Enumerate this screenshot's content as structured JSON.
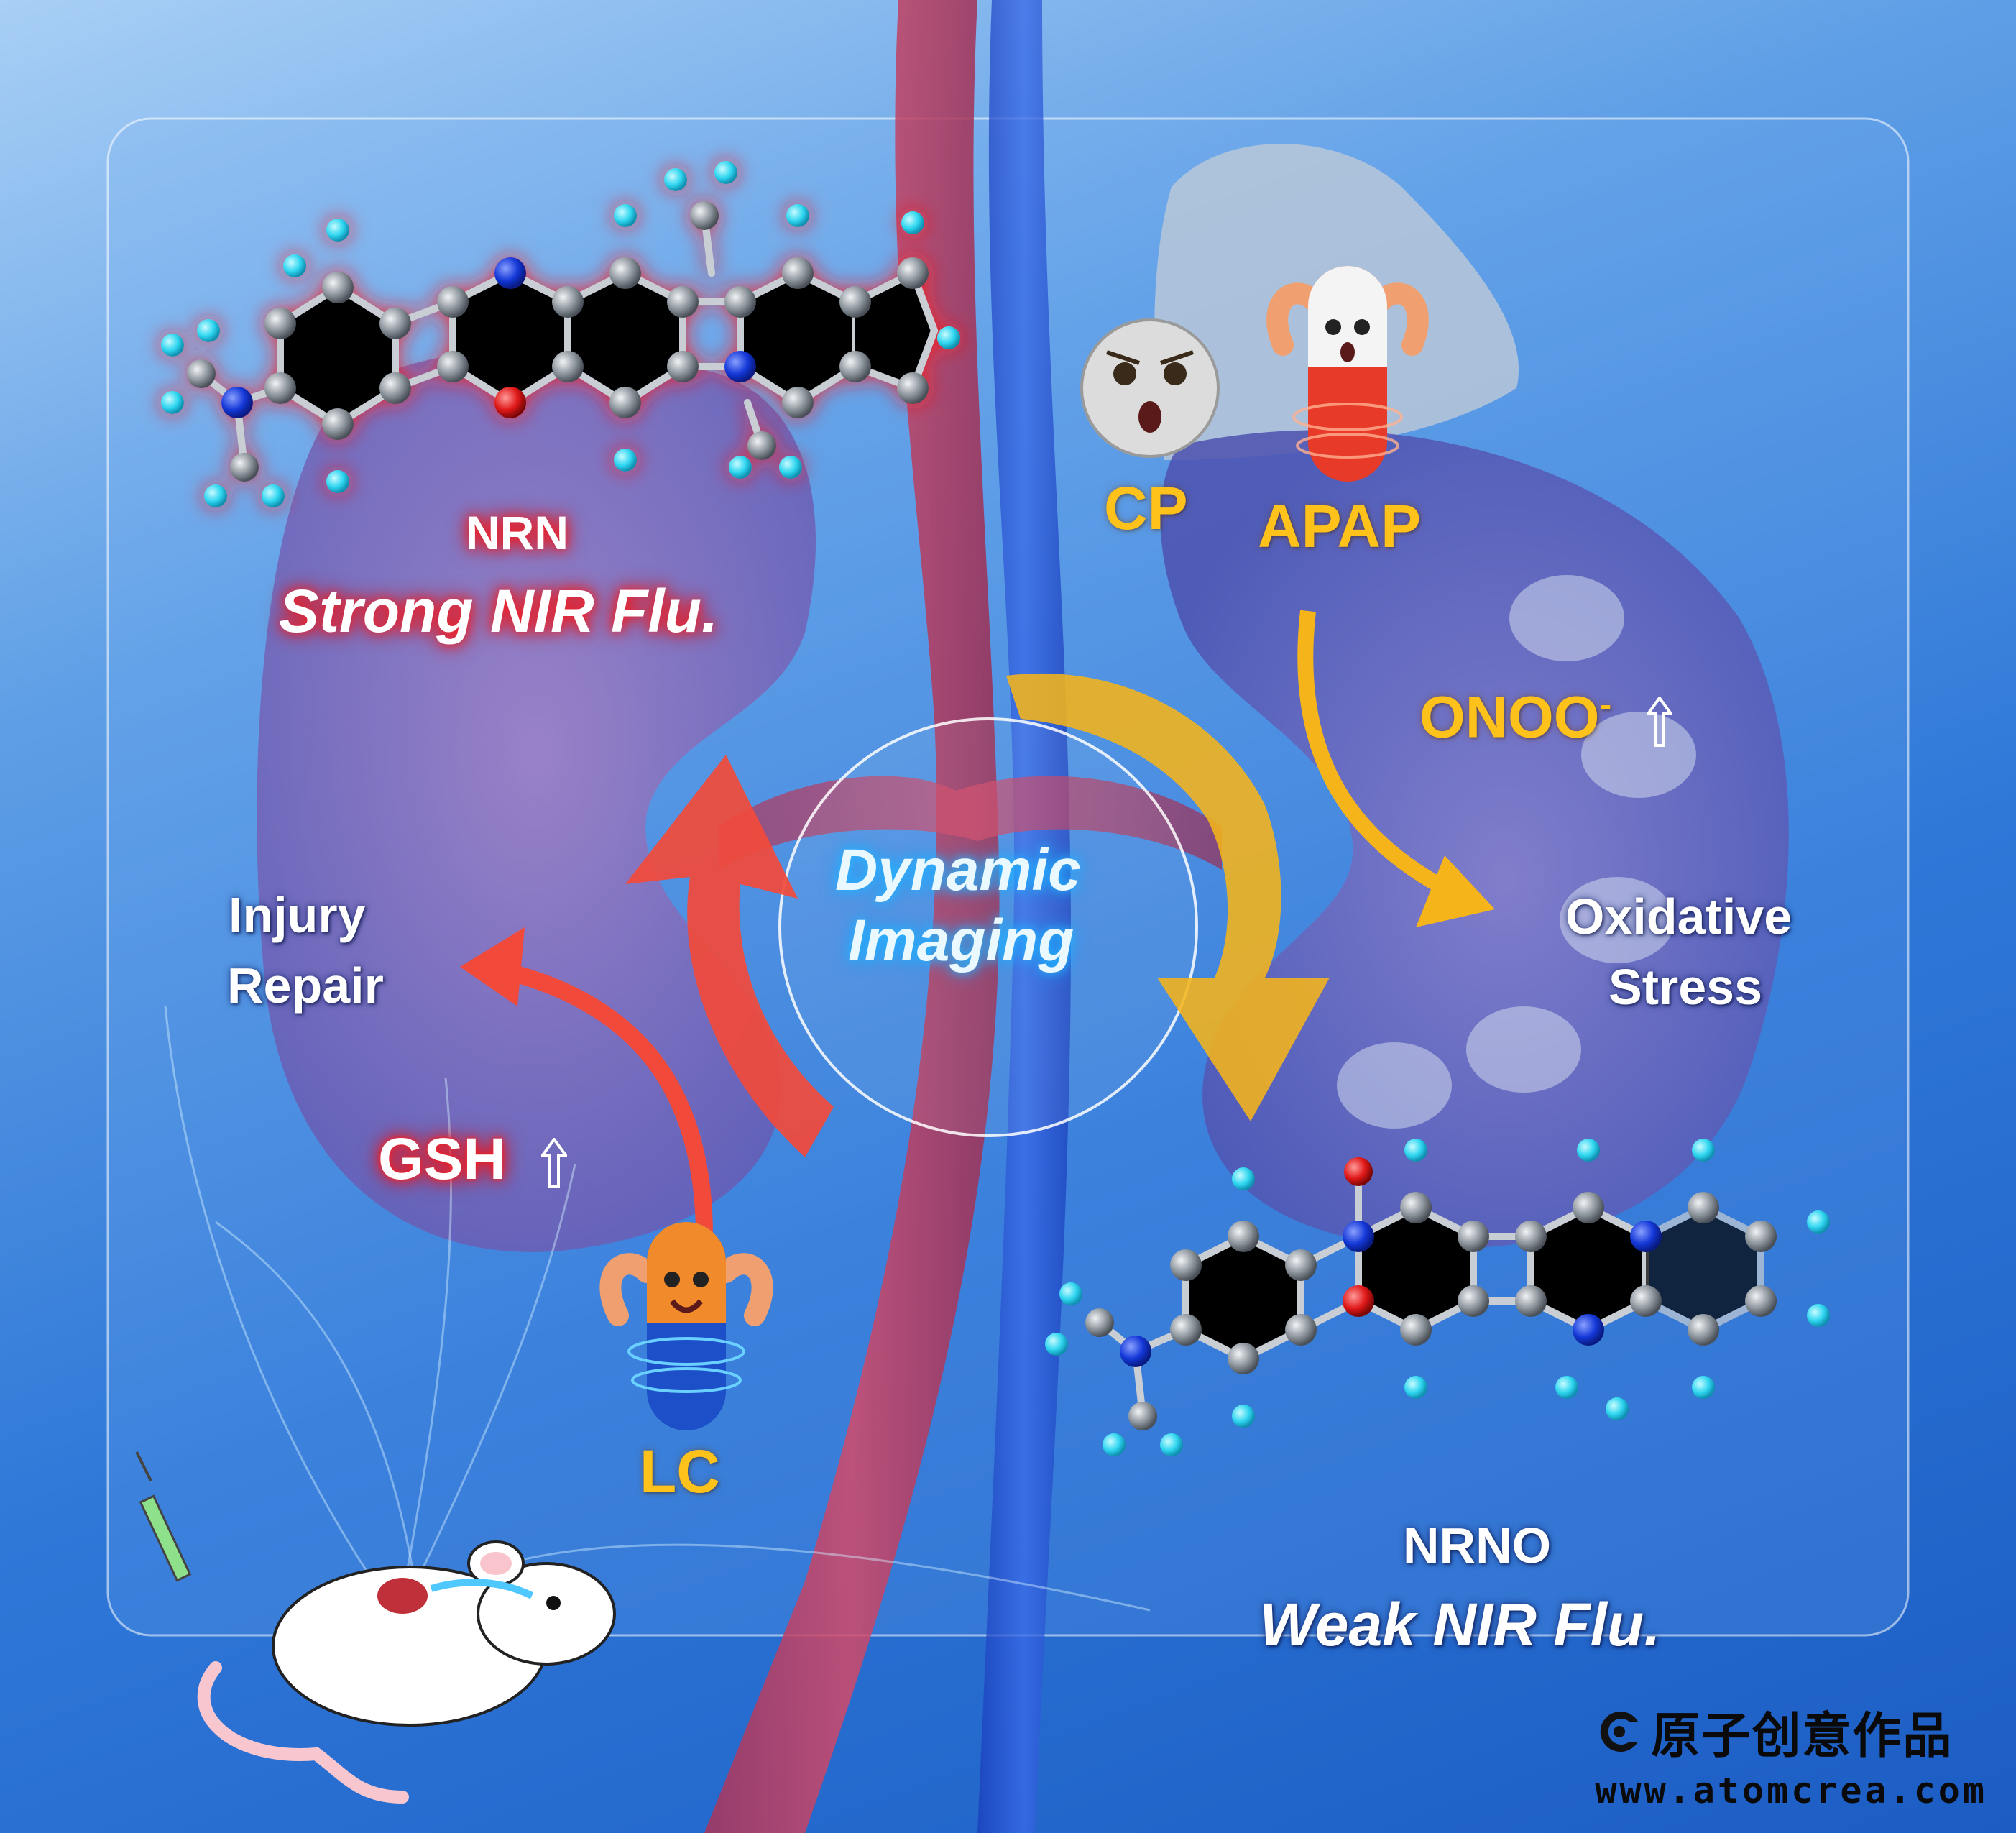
{
  "labels": {
    "nrn": "NRN",
    "strong": "Strong NIR Flu.",
    "cp": "CP",
    "apap": "APAP",
    "onoo": "ONOO",
    "onoo_sup": "-",
    "dynamic": "Dynamic",
    "imaging": "Imaging",
    "injury": "Injury",
    "repair": "Repair",
    "oxidative": "Oxidative",
    "stress": "Stress",
    "gsh": "GSH",
    "lc": "LC",
    "nrno": "NRNO",
    "weak": "Weak NIR Flu."
  },
  "brand": {
    "name": "原子创意作品",
    "url": "www.atomcrea.com"
  },
  "colors": {
    "accent_yellow": "#ffc21a",
    "arrow_red": "#f24a3a",
    "arrow_yellow": "#f5b41a",
    "atom_carbon": "#9aa3ad",
    "atom_hydrogen": "#2fd6f0",
    "atom_nitrogen": "#1438d8",
    "atom_oxygen": "#e01818"
  }
}
